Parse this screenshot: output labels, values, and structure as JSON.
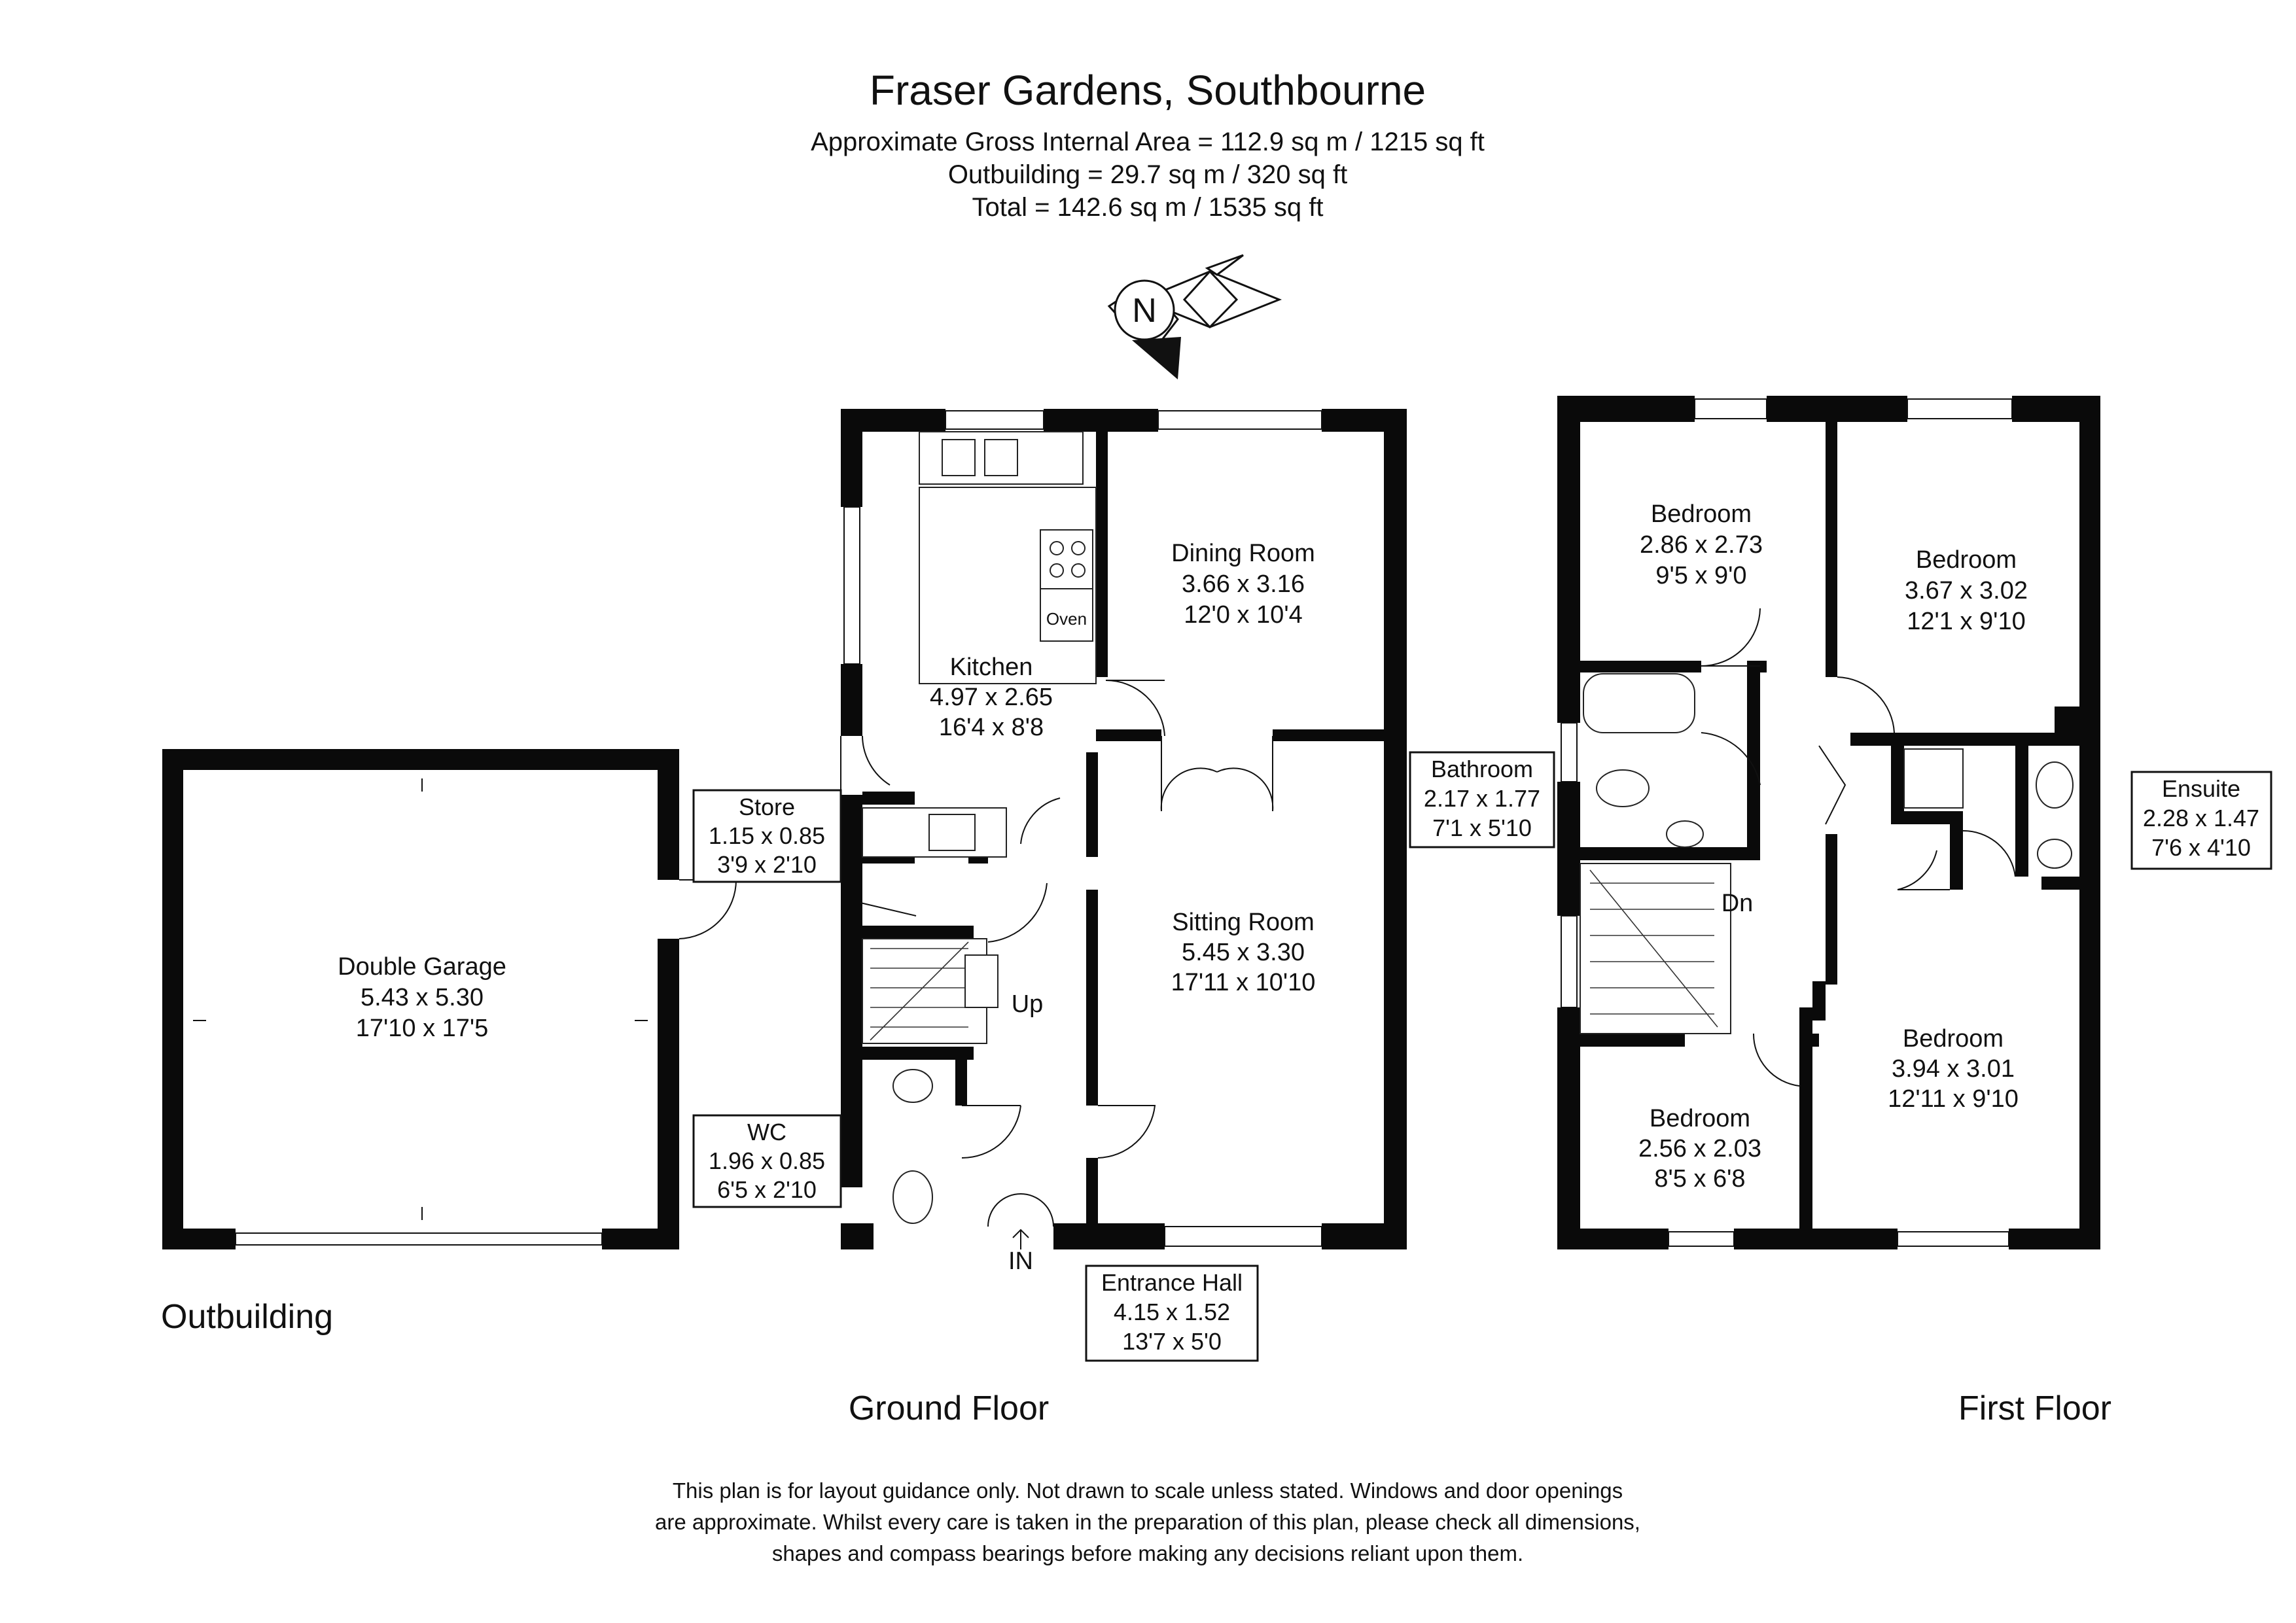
{
  "header": {
    "title": "Fraser Gardens, Southbourne",
    "line1": "Approximate Gross Internal Area = 112.9 sq m / 1215 sq ft",
    "line2": "Outbuilding = 29.7 sq m / 320 sq ft",
    "line3": "Total = 142.6 sq m / 1535 sq ft"
  },
  "compass": {
    "letter": "N"
  },
  "floors": {
    "outbuilding": "Outbuilding",
    "ground": "Ground Floor",
    "first": "First Floor"
  },
  "rooms": {
    "garage": {
      "name": "Double Garage",
      "metric": "5.43 x 5.30",
      "imperial": "17'10 x 17'5"
    },
    "kitchen": {
      "name": "Kitchen",
      "metric": "4.97 x 2.65",
      "imperial": "16'4 x 8'8"
    },
    "dining": {
      "name": "Dining Room",
      "metric": "3.66 x 3.16",
      "imperial": "12'0 x 10'4"
    },
    "sitting": {
      "name": "Sitting Room",
      "metric": "5.45 x 3.30",
      "imperial": "17'11 x 10'10"
    },
    "store": {
      "name": "Store",
      "metric": "1.15 x 0.85",
      "imperial": "3'9 x 2'10"
    },
    "wc": {
      "name": "WC",
      "metric": "1.96 x 0.85",
      "imperial": "6'5 x 2'10"
    },
    "hall": {
      "name": "Entrance Hall",
      "metric": "4.15 x 1.52",
      "imperial": "13'7 x 5'0"
    },
    "bed1": {
      "name": "Bedroom",
      "metric": "2.86 x 2.73",
      "imperial": "9'5 x 9'0"
    },
    "bed2": {
      "name": "Bedroom",
      "metric": "3.67 x 3.02",
      "imperial": "12'1 x 9'10"
    },
    "bathroom": {
      "name": "Bathroom",
      "metric": "2.17 x 1.77",
      "imperial": "7'1 x 5'10"
    },
    "ensuite": {
      "name": "Ensuite",
      "metric": "2.28 x 1.47",
      "imperial": "7'6 x 4'10"
    },
    "bed3": {
      "name": "Bedroom",
      "metric": "3.94 x 3.01",
      "imperial": "12'11 x 9'10"
    },
    "bed4": {
      "name": "Bedroom",
      "metric": "2.56 x 2.03",
      "imperial": "8'5 x 6'8"
    }
  },
  "labels": {
    "oven": "Oven",
    "up": "Up",
    "dn": "Dn",
    "in": "IN"
  },
  "disclaimer": {
    "line1": "This plan is for layout guidance only. Not drawn to scale unless stated. Windows and door openings",
    "line2": "are approximate. Whilst every care is taken in the preparation of this plan, please check all dimensions,",
    "line3": "shapes and compass bearings before making any decisions reliant upon them."
  }
}
